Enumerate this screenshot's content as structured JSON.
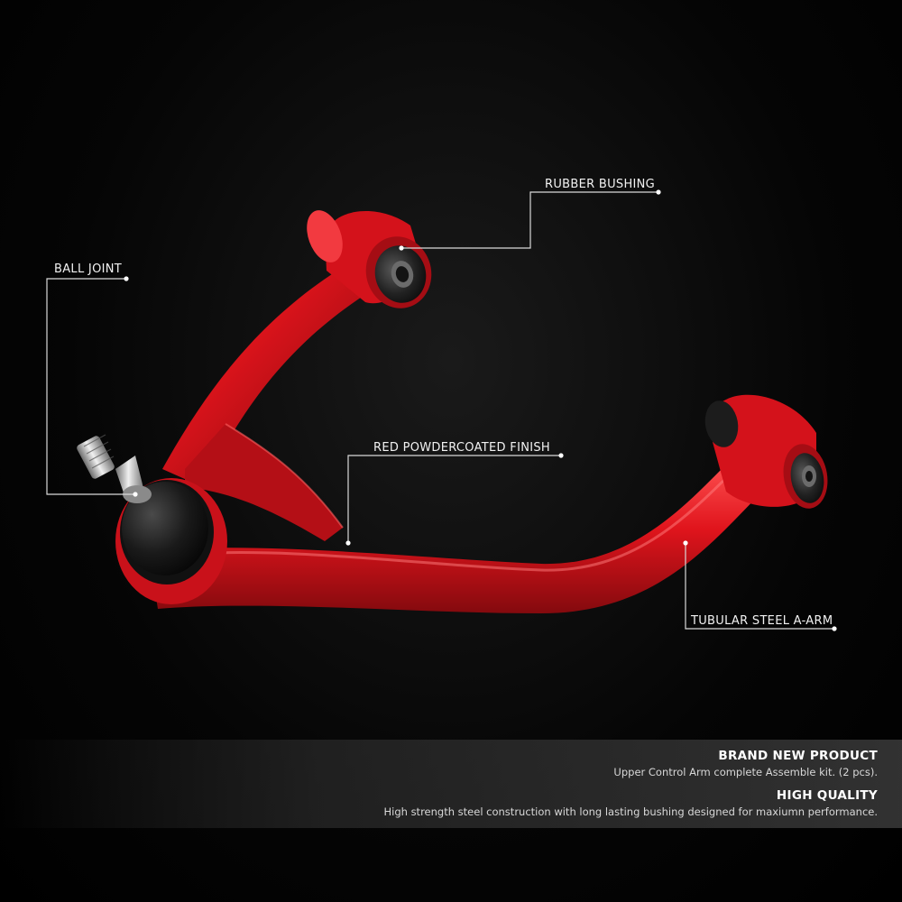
{
  "callouts": {
    "rubber_bushing": "RUBBER BUSHING",
    "ball_joint": "BALL JOINT",
    "red_powdercoated_finish": "RED POWDERCOATED FINISH",
    "tubular_steel_a_arm": "TUBULAR STEEL A-ARM"
  },
  "info": {
    "brand_new": {
      "title": "BRAND NEW PRODUCT",
      "description": "Upper Control Arm complete Assemble kit. (2 pcs)."
    },
    "high_quality": {
      "title": "HIGH QUALITY",
      "description": "High strength steel construction with long lasting bushing designed for maxiumn performance."
    }
  },
  "colors": {
    "arm_red": "#e0141c",
    "arm_red_dark": "#8e0a10",
    "background": "#000000",
    "line_color": "#d9d9d9"
  },
  "icons": {
    "product": "upper-control-arm-image"
  }
}
